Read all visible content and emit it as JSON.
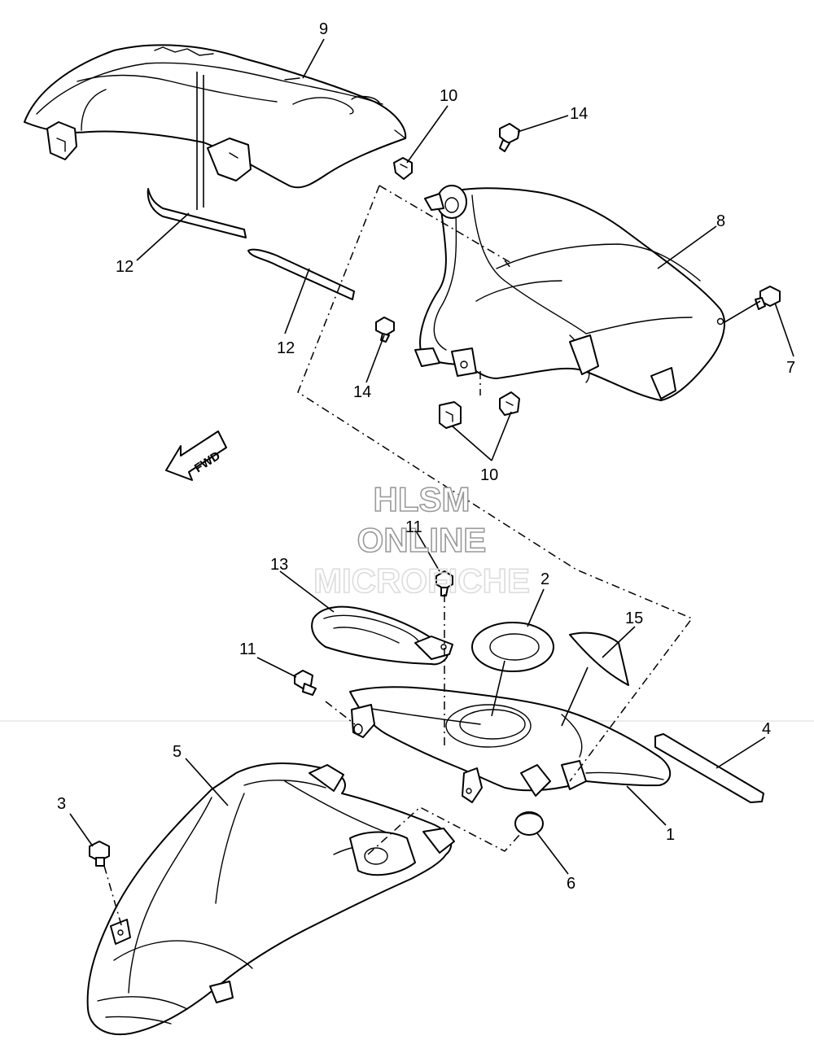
{
  "watermark": {
    "line1": "HLSM",
    "line2": "ONLINE",
    "line3": "MICROFICHE"
  },
  "direction_arrow": {
    "label": "FWD"
  },
  "callouts": {
    "c1": "1",
    "c2": "2",
    "c3": "3",
    "c4": "4",
    "c5": "5",
    "c6": "6",
    "c7": "7",
    "c8": "8",
    "c9": "9",
    "c10a": "10",
    "c10b": "10",
    "c11a": "11",
    "c11b": "11",
    "c12a": "12",
    "c12b": "12",
    "c13": "13",
    "c14a": "14",
    "c14b": "14",
    "c15": "15"
  }
}
